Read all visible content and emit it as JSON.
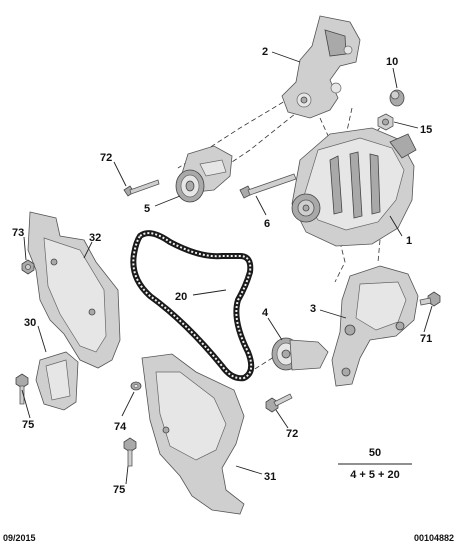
{
  "callouts": {
    "c2": "2",
    "c10": "10",
    "c15": "15",
    "c72a": "72",
    "c5": "5",
    "c6": "6",
    "c1": "1",
    "c73": "73",
    "c32": "32",
    "c20": "20",
    "c3": "3",
    "c4": "4",
    "c71": "71",
    "c30": "30",
    "c74": "74",
    "c75a": "75",
    "c72b": "72",
    "c75b": "75",
    "c31": "31"
  },
  "kit": {
    "number": "50",
    "components": "4 + 5 + 20"
  },
  "footer": {
    "date": "09/2015",
    "reference": "00104882"
  },
  "colors": {
    "ink": "#111111",
    "part_fill": "#cfcfcf",
    "belt": "#1a1a1a"
  }
}
